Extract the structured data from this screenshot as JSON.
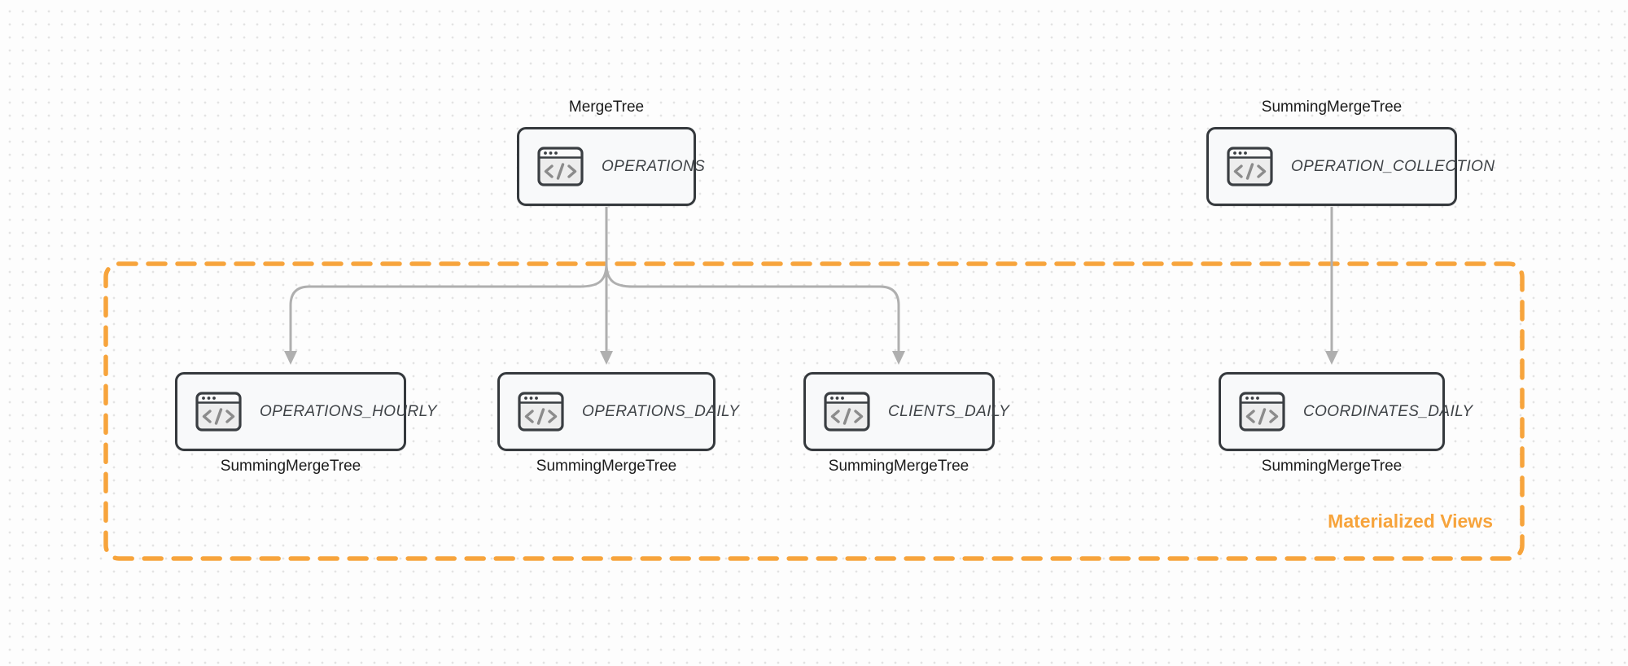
{
  "diagram": {
    "group_label": "Materialized Views",
    "nodes": {
      "operations": {
        "table": "OPERATIONS",
        "engine": "MergeTree"
      },
      "operation_collection": {
        "table": "OPERATION_COLLECTION",
        "engine": "SummingMergeTree"
      },
      "operations_hourly": {
        "table": "OPERATIONS_HOURLY",
        "engine": "SummingMergeTree"
      },
      "operations_daily": {
        "table": "OPERATIONS_DAILY",
        "engine": "SummingMergeTree"
      },
      "clients_daily": {
        "table": "CLIENTS_DAILY",
        "engine": "SummingMergeTree"
      },
      "coordinates_daily": {
        "table": "COORDINATES_DAILY",
        "engine": "SummingMergeTree"
      }
    },
    "icon": "code-window-icon",
    "colors": {
      "accent_orange": "#F7A43C",
      "arrow_gray": "#AFAFAF",
      "node_border": "#35393D",
      "node_fill": "#F8F9FA",
      "label_text": "#1B1B1B",
      "table_text": "#3F4347",
      "background": "#FDFDFD",
      "dot_grid": "#E3E3E3"
    }
  }
}
